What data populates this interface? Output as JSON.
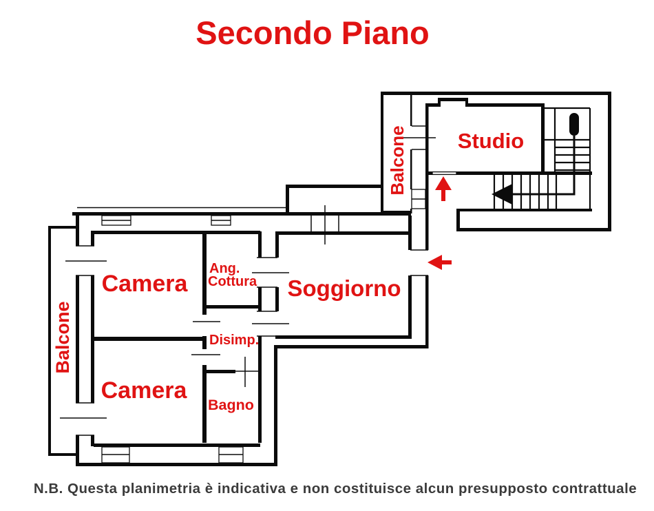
{
  "title": "Secondo Piano",
  "note": "N.B. Questa planimetria è indicativa e non costituisce alcun presupposto contrattuale",
  "floor_plan": {
    "rooms": {
      "studio": "Studio",
      "soggiorno": "Soggiorno",
      "camera_1": "Camera",
      "camera_2": "Camera",
      "ang_cottura_line_1": "Ang.",
      "ang_cottura_line_2": "Cottura",
      "disimpegno": "Disimp.",
      "bagno": "Bagno",
      "balcone_top": "Balcone",
      "balcone_left": "Balcone"
    },
    "icons": {
      "entrance_arrow_up": "red-up-arrow",
      "entrance_arrow_left": "red-left-arrow",
      "stairs_direction_arrow": "black-left-arrow",
      "stairs_start_post": "black-pill"
    }
  },
  "colors": {
    "accent_red": "#e01313",
    "wall_black": "#0b0b0b",
    "note_gray": "#3b3b3b",
    "background": "#ffffff"
  }
}
